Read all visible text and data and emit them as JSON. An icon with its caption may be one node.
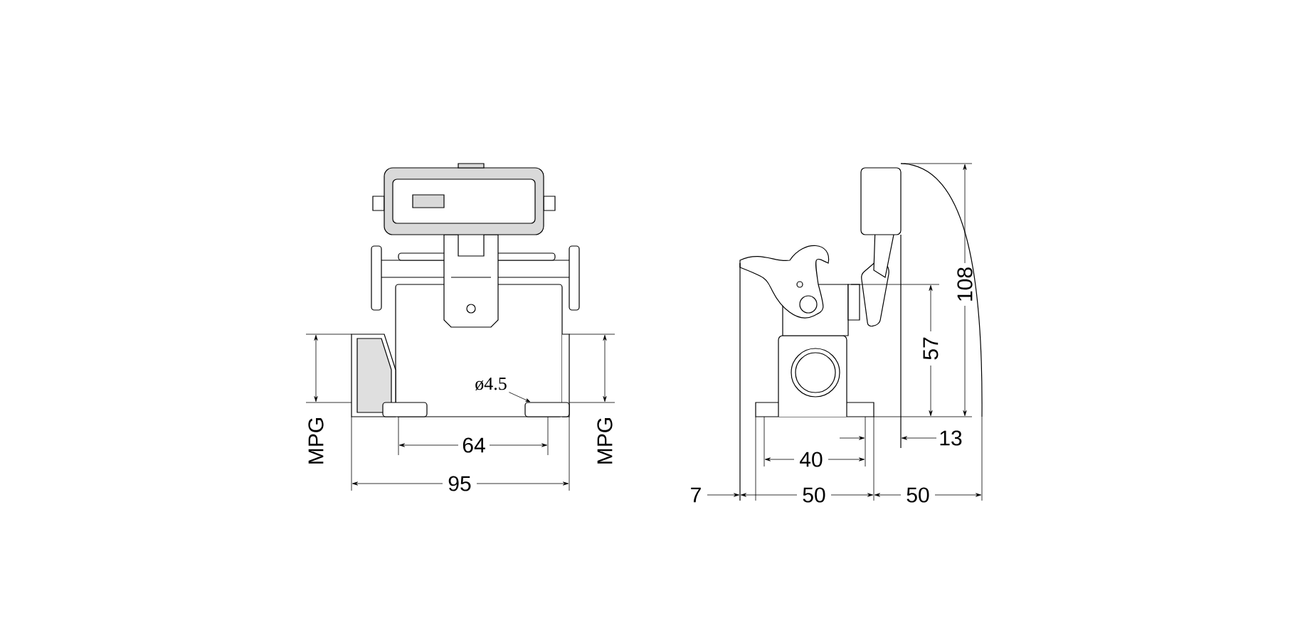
{
  "diagram": {
    "nodes": [
      {
        "text": [
          "ø4.5"
        ]
      },
      {
        "text": [],
        "shape": "box"
      }
    ],
    "edges": [
      {
        "from": 0,
        "to": 1,
        "arrow": "to"
      }
    ],
    "labels": [
      "MPG",
      "MPG",
      "64",
      "95",
      "108",
      "57",
      "13",
      "40",
      "7",
      "50",
      "50"
    ]
  }
}
